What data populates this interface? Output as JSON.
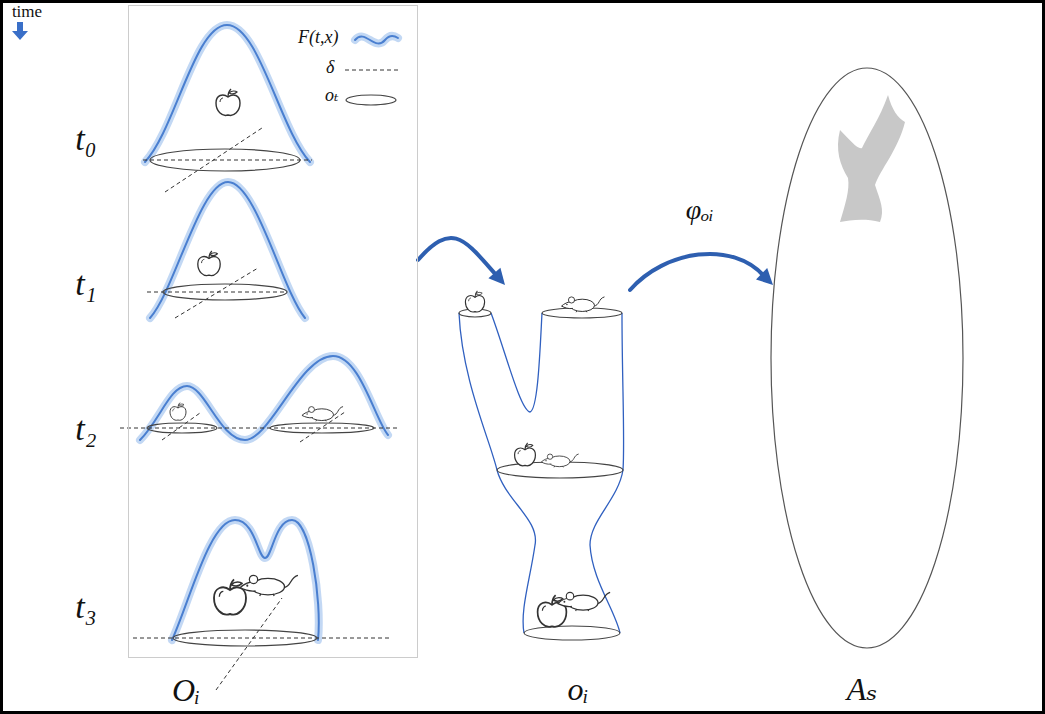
{
  "diagram": {
    "nodes": [
      {
        "text": [
          "Oᵢ"
        ]
      },
      {
        "text": [
          "oᵢ"
        ]
      },
      {
        "text": [
          "Aₛ"
        ]
      }
    ],
    "edges": [
      {
        "from": 0,
        "to": 1,
        "arrow": "to"
      },
      {
        "from": 1,
        "to": 2,
        "label": "φₒᵢ",
        "arrow": "to"
      }
    ],
    "labels": [
      "time",
      "t₀",
      "t₁",
      "t₂",
      "t₃"
    ],
    "legend": [
      {
        "text": "F(t,x)"
      },
      {
        "text": "δ"
      },
      {
        "text": "oₜ"
      }
    ]
  }
}
